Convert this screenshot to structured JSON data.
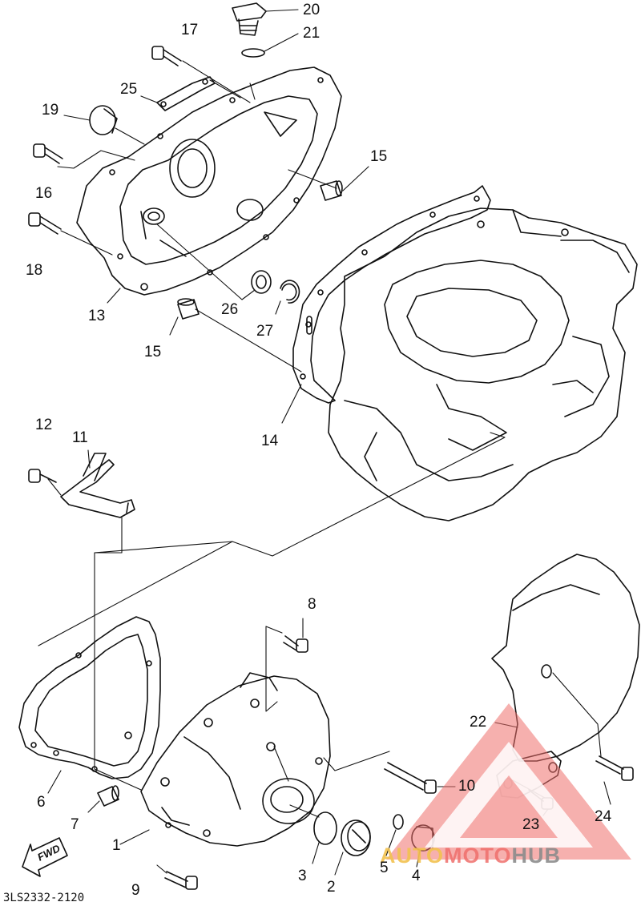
{
  "diagram": {
    "code": "3LS2332-2120",
    "direction_label": "FWD",
    "callouts": [
      "20",
      "21",
      "17",
      "25",
      "19",
      "16",
      "18",
      "15",
      "13",
      "26",
      "27",
      "15",
      "14",
      "12",
      "11",
      "8",
      "22",
      "10",
      "24",
      "23",
      "6",
      "7",
      "1",
      "3",
      "2",
      "5",
      "4",
      "9"
    ]
  },
  "watermark": {
    "brand_part1": "AUTO",
    "brand_part2": "MOTO",
    "brand_part3": "HUB",
    "colors": {
      "auto": "#f2c24f",
      "moto": "#ef6f6c",
      "hub": "#8c8c8c",
      "triangle": "#ef6f6c"
    }
  }
}
